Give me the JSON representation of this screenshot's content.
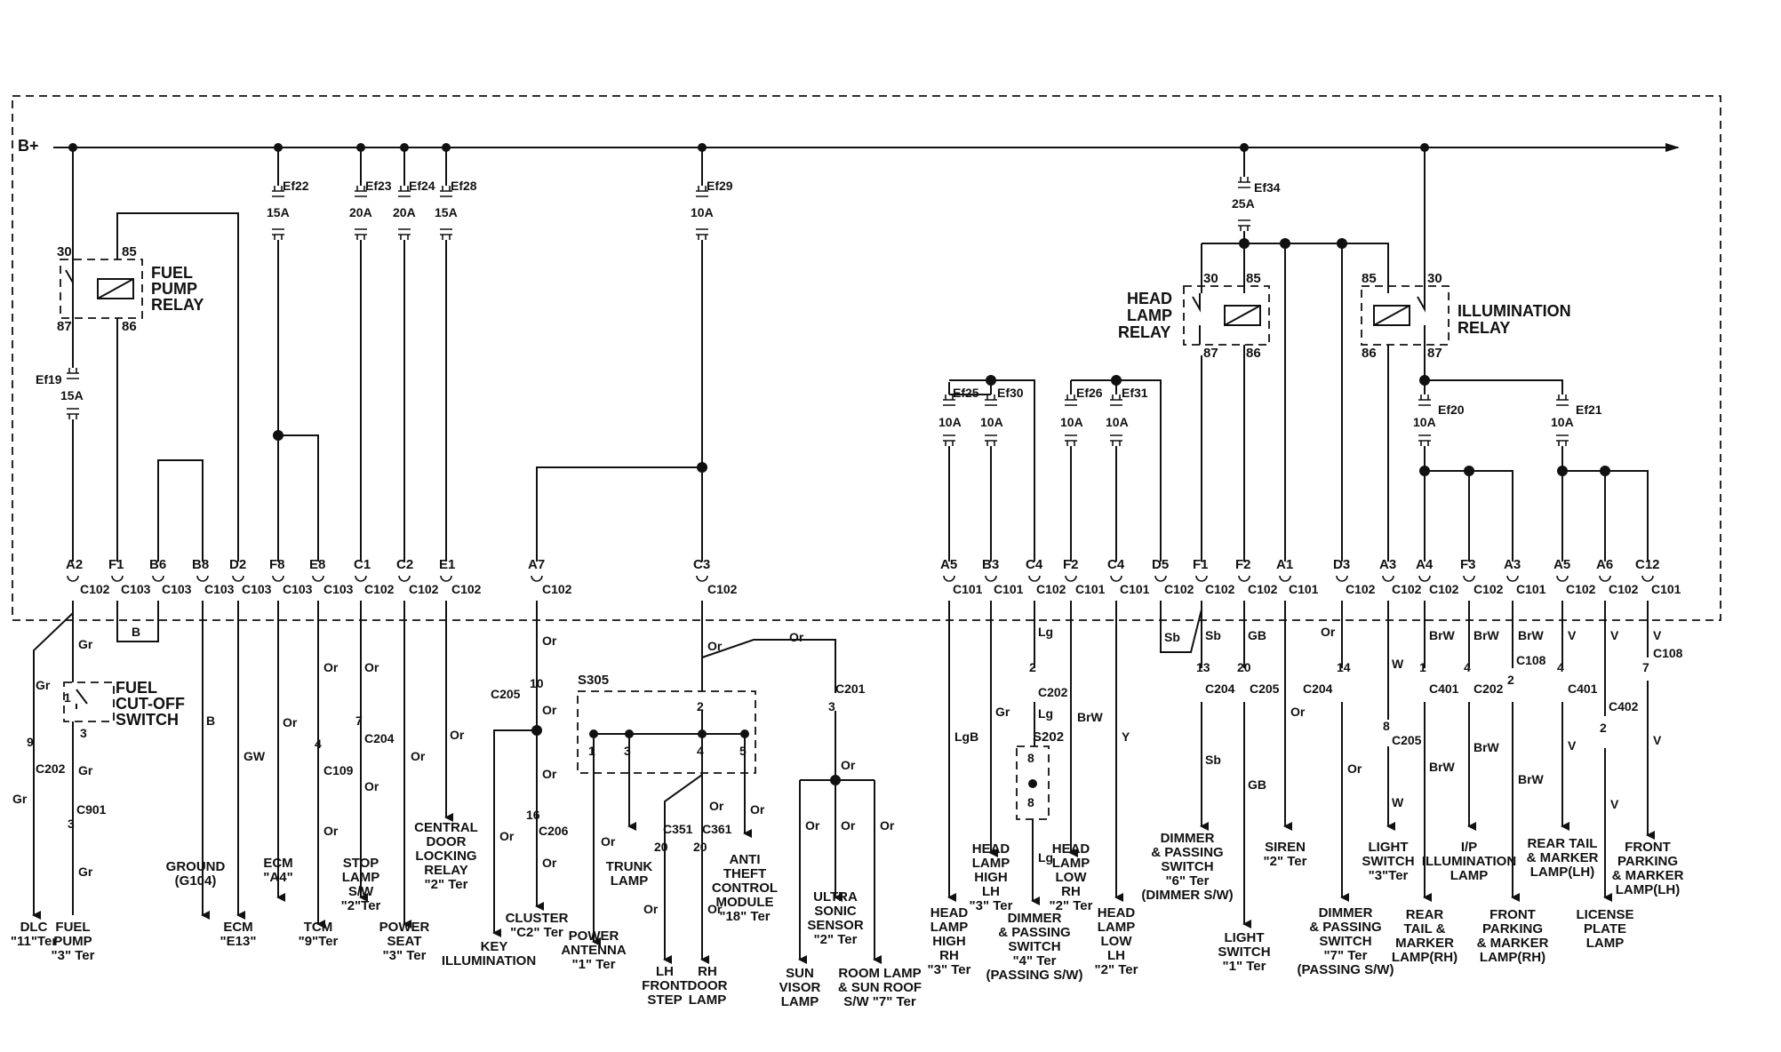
{
  "supply": "B+",
  "fuses": {
    "ef22": {
      "name": "Ef22",
      "rating": "15A"
    },
    "ef23": {
      "name": "Ef23",
      "rating": "20A"
    },
    "ef24": {
      "name": "Ef24",
      "rating": "20A"
    },
    "ef28": {
      "name": "Ef28",
      "rating": "15A"
    },
    "ef29": {
      "name": "Ef29",
      "rating": "10A"
    },
    "ef34": {
      "name": "Ef34",
      "rating": "25A"
    },
    "ef19": {
      "name": "Ef19",
      "rating": "15A"
    },
    "ef25": {
      "name": "Ef25",
      "rating": "10A"
    },
    "ef30": {
      "name": "Ef30",
      "rating": "10A"
    },
    "ef26": {
      "name": "Ef26",
      "rating": "10A"
    },
    "ef31": {
      "name": "Ef31",
      "rating": "10A"
    },
    "ef20": {
      "name": "Ef20",
      "rating": "10A"
    },
    "ef21": {
      "name": "Ef21",
      "rating": "10A"
    }
  },
  "relays": {
    "fuel_pump": {
      "line1": "FUEL",
      "line2": "PUMP",
      "line3": "RELAY",
      "p30": "30",
      "p85": "85",
      "p87": "87",
      "p86": "86"
    },
    "head_lamp": {
      "line1": "HEAD",
      "line2": "LAMP",
      "line3": "RELAY",
      "p30": "30",
      "p85": "85",
      "p87": "87",
      "p86": "86"
    },
    "illumination": {
      "line1": "ILLUMINATION",
      "line2": "RELAY",
      "p85": "85",
      "p30": "30",
      "p86": "86",
      "p87": "87"
    }
  },
  "fuel_cutoff": {
    "line1": "FUEL",
    "line2": "CUT-OFF",
    "line3": "SWITCH",
    "p1": "1",
    "p3": "3"
  },
  "pins": {
    "a2": "A2",
    "f1": "F1",
    "b6": "B6",
    "b8": "B8",
    "d2": "D2",
    "f8": "F8",
    "e8": "E8",
    "c1": "C1",
    "c2": "C2",
    "e1": "E1",
    "a7": "A7",
    "c3": "C3",
    "a5": "A5",
    "b3": "B3",
    "c4": "C4",
    "f2": "F2",
    "c4b": "C4",
    "d5": "D5",
    "f1b": "F1",
    "f2b": "F2",
    "a1": "A1",
    "d3": "D3",
    "a3": "A3",
    "a4": "A4",
    "f3": "F3",
    "a3b": "A3",
    "a5b": "A5",
    "a6": "A6",
    "c12": "C12"
  },
  "conns": {
    "a2": "C102",
    "f1": "C103",
    "b6": "C103",
    "b8": "C103",
    "d2": "C103",
    "f8": "C103",
    "e8": "C103",
    "c1": "C102",
    "c2": "C102",
    "e1": "C102",
    "a7": "C102",
    "c3": "C102",
    "a5": "C101",
    "b3": "C101",
    "c4": "C102",
    "f2": "C101",
    "c4b": "C101",
    "d5": "C102",
    "f1b": "C102",
    "f2b": "C102",
    "a1": "C101",
    "d3": "C102",
    "a3": "C102",
    "a4": "C102",
    "f3": "C102",
    "a3b": "C101",
    "a5b": "C102",
    "a6": "C102",
    "c12": "C101"
  },
  "wires": {
    "gr": "Gr",
    "b": "B",
    "gw": "GW",
    "or": "Or",
    "lgb": "LgB",
    "lg": "Lg",
    "brw": "BrW",
    "y": "Y",
    "sb": "Sb",
    "gbw": "GB",
    "w": "W",
    "v": "V"
  },
  "conn_labels": {
    "c202": "C202",
    "c901": "C901",
    "c109": "C109",
    "c204": "C204",
    "c205": "C205",
    "c206": "C206",
    "s305": "S305",
    "c201": "C201",
    "c351": "C351",
    "c361": "C361",
    "s202": "S202",
    "c401": "C401",
    "c108": "C108",
    "c402": "C402"
  },
  "cavities": {
    "n9": "9",
    "n1": "1",
    "n3": "3",
    "n3b": "3",
    "n4": "4",
    "n7": "7",
    "n10": "10",
    "n16": "16",
    "n2": "2",
    "n3c": "3",
    "s1": "1",
    "s3": "3",
    "s4": "4",
    "s5": "5",
    "n20a": "20",
    "n20b": "20",
    "n2b": "2",
    "n8a": "8",
    "n8b": "8",
    "n13": "13",
    "n20c": "20",
    "n14": "14",
    "n8c": "8",
    "n1b": "1",
    "n4b": "4",
    "n2c": "2",
    "n4c": "4",
    "n2d": "2",
    "n7b": "7"
  },
  "loads": {
    "dlc": [
      "DLC",
      "\"11\"Ter"
    ],
    "fuel_pump": [
      "FUEL",
      "PUMP",
      "\"3\" Ter"
    ],
    "ground": [
      "GROUND",
      "(G104)"
    ],
    "ecm_e13": [
      "ECM",
      "\"E13\""
    ],
    "ecm_a4": [
      "ECM",
      "\"A4\""
    ],
    "tcm": [
      "TCM",
      "\"9\"Ter"
    ],
    "stop_lamp": [
      "STOP",
      "LAMP",
      "S/W",
      "\"2\"Ter"
    ],
    "power_seat": [
      "POWER",
      "SEAT",
      "\"3\" Ter"
    ],
    "central_door": [
      "CENTRAL",
      "DOOR",
      "LOCKING",
      "RELAY",
      "\"2\" Ter"
    ],
    "key_illum": [
      "KEY",
      "ILLUMINATION"
    ],
    "cluster": [
      "CLUSTER",
      "\"C2\" Ter"
    ],
    "power_antenna": [
      "POWER",
      "ANTENNA",
      "\"1\" Ter"
    ],
    "trunk_lamp": [
      "TRUNK",
      "LAMP"
    ],
    "lh_front_step": [
      "LH",
      "FRONT",
      "STEP"
    ],
    "rh_door": [
      "RH",
      "DOOR",
      "LAMP"
    ],
    "anti_theft": [
      "ANTI",
      "THEFT",
      "CONTROL",
      "MODULE",
      "\"18\" Ter"
    ],
    "sun_visor": [
      "SUN",
      "VISOR",
      "LAMP"
    ],
    "ultra_sonic": [
      "ULTRA",
      "SONIC",
      "SENSOR",
      "\"2\" Ter"
    ],
    "room_lamp": [
      "ROOM LAMP",
      "& SUN ROOF",
      "S/W \"7\" Ter"
    ],
    "hl_high_rh": [
      "HEAD",
      "LAMP",
      "HIGH",
      "RH",
      "\"3\" Ter"
    ],
    "hl_high_lh": [
      "HEAD",
      "LAMP",
      "HIGH",
      "LH",
      "\"3\" Ter"
    ],
    "dimmer_passing_4": [
      "DIMMER",
      "& PASSING",
      "SWITCH",
      "\"4\" Ter",
      "(PASSING S/W)"
    ],
    "hl_low_rh": [
      "HEAD",
      "LAMP",
      "LOW",
      "RH",
      "\"2\" Ter"
    ],
    "hl_low_lh": [
      "HEAD",
      "LAMP",
      "LOW",
      "LH",
      "\"2\" Ter"
    ],
    "dimmer_passing_6": [
      "DIMMER",
      "& PASSING",
      "SWITCH",
      "\"6\" Ter",
      "(DIMMER S/W)"
    ],
    "light_switch_1": [
      "LIGHT",
      "SWITCH",
      "\"1\" Ter"
    ],
    "siren": [
      "SIREN",
      "\"2\" Ter"
    ],
    "dimmer_passing_7": [
      "DIMMER",
      "& PASSING",
      "SWITCH",
      "\"7\" Ter",
      "(PASSING S/W)"
    ],
    "light_switch_3": [
      "LIGHT",
      "SWITCH",
      "\"3\"Ter"
    ],
    "rear_tail_rh": [
      "REAR",
      "TAIL &",
      "MARKER",
      "LAMP(RH)"
    ],
    "ip_illum": [
      "I/P",
      "ILLUMINATION",
      "LAMP"
    ],
    "front_parking_rh": [
      "FRONT",
      "PARKING",
      "& MARKER",
      "LAMP(RH)"
    ],
    "rear_tail_lh": [
      "REAR TAIL",
      "& MARKER",
      "LAMP(LH)"
    ],
    "license_plate": [
      "LICENSE",
      "PLATE",
      "LAMP"
    ],
    "front_parking_lh": [
      "FRONT",
      "PARKING",
      "& MARKER",
      "LAMP(LH)"
    ]
  }
}
